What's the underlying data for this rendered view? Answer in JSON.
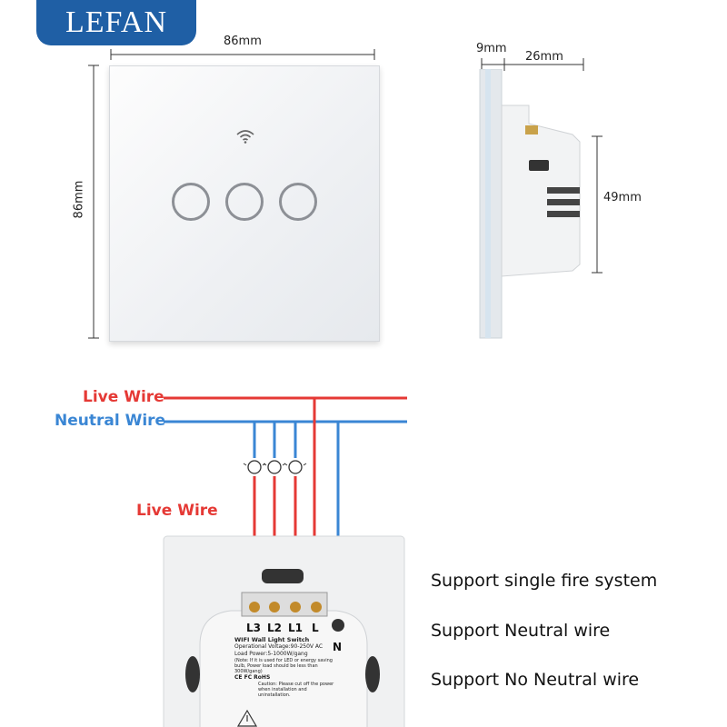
{
  "brand": {
    "name": "LEFAN",
    "color": "#1f5fa5"
  },
  "dimensions": {
    "front_width": "86mm",
    "front_height": "86mm",
    "side_panel": "9mm",
    "side_depth": "26mm",
    "side_height": "49mm"
  },
  "wiring": {
    "live_wire_top": "Live Wire",
    "neutral_wire_top": "Neutral Wire",
    "live_wire_mid": "Live Wire",
    "live_color": "#e53935",
    "neutral_color": "#3a86d4"
  },
  "terminals": [
    "L3",
    "L2",
    "L1",
    "L",
    "N"
  ],
  "module_label": {
    "title": "WIFI Wall Light Switch",
    "voltage": "Operational Voltage:90-250V AC",
    "power": "Load Power:5-1000W/gang",
    "note": "(Note: If it is used for LED or energy saving bulb, Power load should be less than 300W/gang)",
    "marks": "CE FC RoHS",
    "caution": "Caution: Please cut off the power when installation and uninstallation."
  },
  "features": [
    "Support single fire system",
    "Support Neutral wire",
    "Support No Neutral wire"
  ],
  "icons": {
    "wifi": "wifi-icon",
    "bulb": "bulb-icon",
    "warning": "warning-icon"
  }
}
